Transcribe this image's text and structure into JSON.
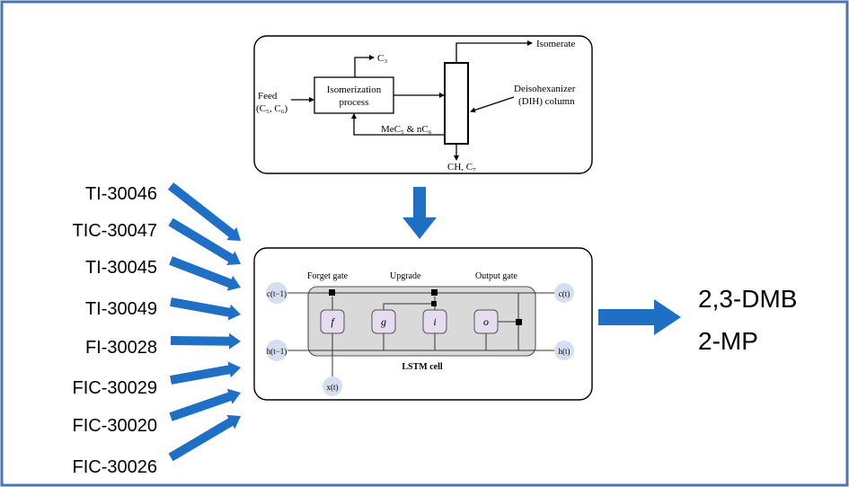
{
  "process": {
    "feed_label": "Feed",
    "feed_components": "(C₅, C₆)",
    "unit_label_1": "Isomerization",
    "unit_label_2": "process",
    "light_ends": "C₃",
    "recycle": "MeC₅ & nC₆",
    "column_label_1": "Deisohexanizer",
    "column_label_2": "(DIH) column",
    "top_product": "Isomerate",
    "bottom_product": "CH, C₇"
  },
  "inputs": [
    "TI-30046",
    "TIC-30047",
    "TI-30045",
    "TI-30049",
    "FI-30028",
    "FIC-30029",
    "FIC-30020",
    "FIC-30026"
  ],
  "lstm": {
    "forget_gate": "Forget gate",
    "upgrade": "Upgrade",
    "output_gate": "Output gate",
    "cell_label": "LSTM cell",
    "gates": [
      "f",
      "g",
      "i",
      "o"
    ],
    "c_prev": "c(t−1)",
    "h_prev": "h(t−1)",
    "c_t": "c(t)",
    "h_t": "h(t)",
    "x_t": "x(t)"
  },
  "outputs": [
    "2,3-DMB",
    "2-MP"
  ],
  "colors": {
    "frame_border": "#4a74b4",
    "arrow_blue": "#1f6fc5",
    "lstm_fill": "#d9d9d9",
    "gate_fill": "#e6dcef",
    "node_fill": "#d6dff0"
  }
}
